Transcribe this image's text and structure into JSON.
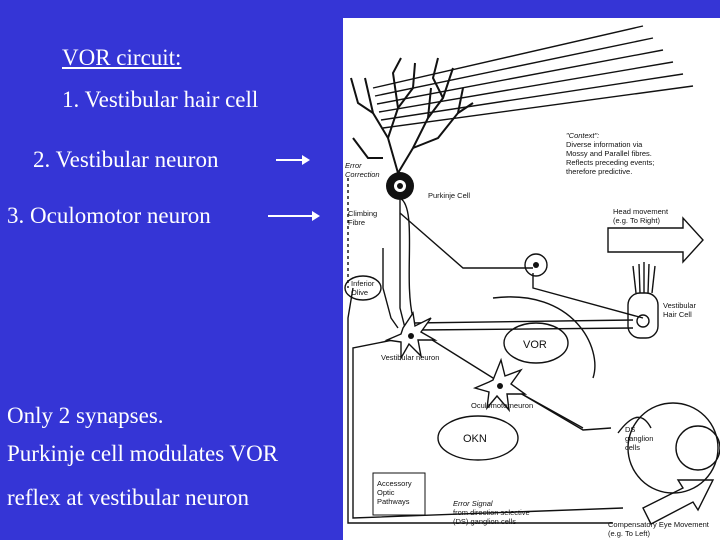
{
  "slide": {
    "title": "VOR circuit:",
    "item_1": "1. Vestibular hair cell",
    "item_2": "2. Vestibular neuron",
    "item_3": "3. Oculomotor neuron",
    "bottom_1": "Only 2 synapses.",
    "bottom_2": "Purkinje cell modulates VOR",
    "bottom_3": "reflex at vestibular neuron"
  },
  "diagram": {
    "context_title": "\"Context\":",
    "context_1": "Diverse information via",
    "context_2": "Mossy and Parallel fibres.",
    "context_3": "Reflects preceding events;",
    "context_4": "therefore predictive.",
    "error_correction_1": "Error",
    "error_correction_2": "Correction",
    "purkinje": "Purkinje Cell",
    "climbing_1": "Climbing",
    "climbing_2": "Fibre",
    "head_1": "Head movement",
    "head_2": "(e.g. To Right)",
    "inferior_1": "Inferior",
    "inferior_2": "Olive",
    "hair_1": "Vestibular",
    "hair_2": "Hair Cell",
    "vestibular_neuron": "Vestibular neuron",
    "vor": "VOR",
    "oculomotor": "Oculomotorneuron",
    "okn": "OKN",
    "ds_1": "DS",
    "ds_2": "ganglion",
    "ds_3": "cells",
    "aop_1": "Accessory",
    "aop_2": "Optic",
    "aop_3": "Pathways",
    "err_sig_1": "Error Signal",
    "err_sig_2": "from direction selective",
    "err_sig_3": "(DS) ganglion cells",
    "comp_1": "Compensatory Eye Movement",
    "comp_2": "(e.g. To Left)"
  },
  "colors": {
    "background": "#3535d6",
    "text": "#ffffff",
    "diagram_bg": "#ffffff",
    "ink": "#111111"
  }
}
